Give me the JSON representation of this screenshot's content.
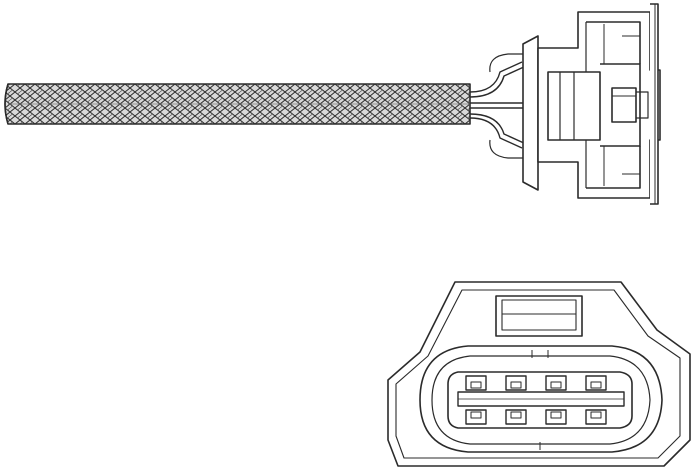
{
  "figure": {
    "views": [
      {
        "id": "side-view",
        "parts": [
          "braided-sleeve",
          "lead-wires",
          "connector-housing",
          "locking-latch"
        ]
      },
      {
        "id": "face-view",
        "parts": [
          "connector-face-housing",
          "latch-tab",
          "pin-cavities"
        ]
      }
    ],
    "pin_cavities": {
      "rows": 2,
      "columns": 4
    },
    "colors": {
      "line": "#2b2b2b",
      "braid_fill": "#d9d9d9",
      "background": "#ffffff"
    }
  }
}
